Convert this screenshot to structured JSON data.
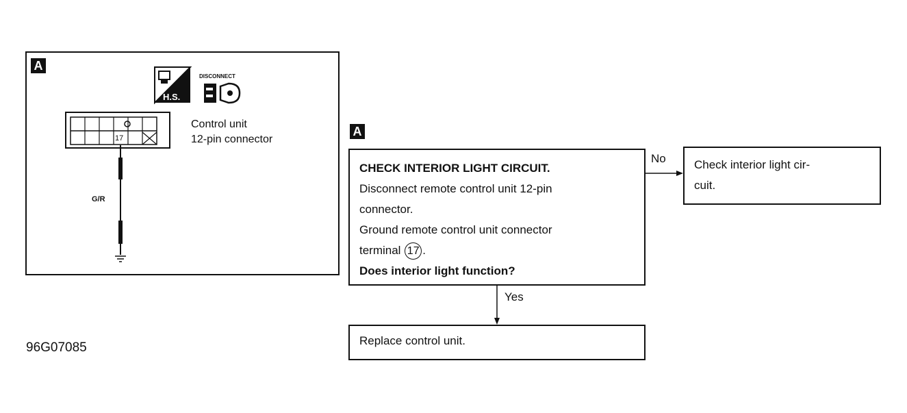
{
  "panel": {
    "tag": "A",
    "icon_hs_label": "H.S.",
    "icon_disconnect_label": "DISCONNECT",
    "connector_label_line1": "Control unit",
    "connector_label_line2": "12-pin connector",
    "pin_number": "17",
    "wire_color": "G/R"
  },
  "diagram_code": "96G07085",
  "flow": {
    "tag": "A",
    "main_box": {
      "title": "CHECK INTERIOR LIGHT CIRCUIT.",
      "line1": "Disconnect remote control unit 12-pin",
      "line2": "connector.",
      "line3": "Ground remote control unit connector",
      "line4_prefix": "terminal",
      "terminal_number": "17",
      "line4_suffix": ".",
      "question": "Does interior light function?"
    },
    "no_label": "No",
    "yes_label": "Yes",
    "no_box_line1": "Check interior light cir-",
    "no_box_line2": "cuit.",
    "yes_box": "Replace control unit."
  }
}
